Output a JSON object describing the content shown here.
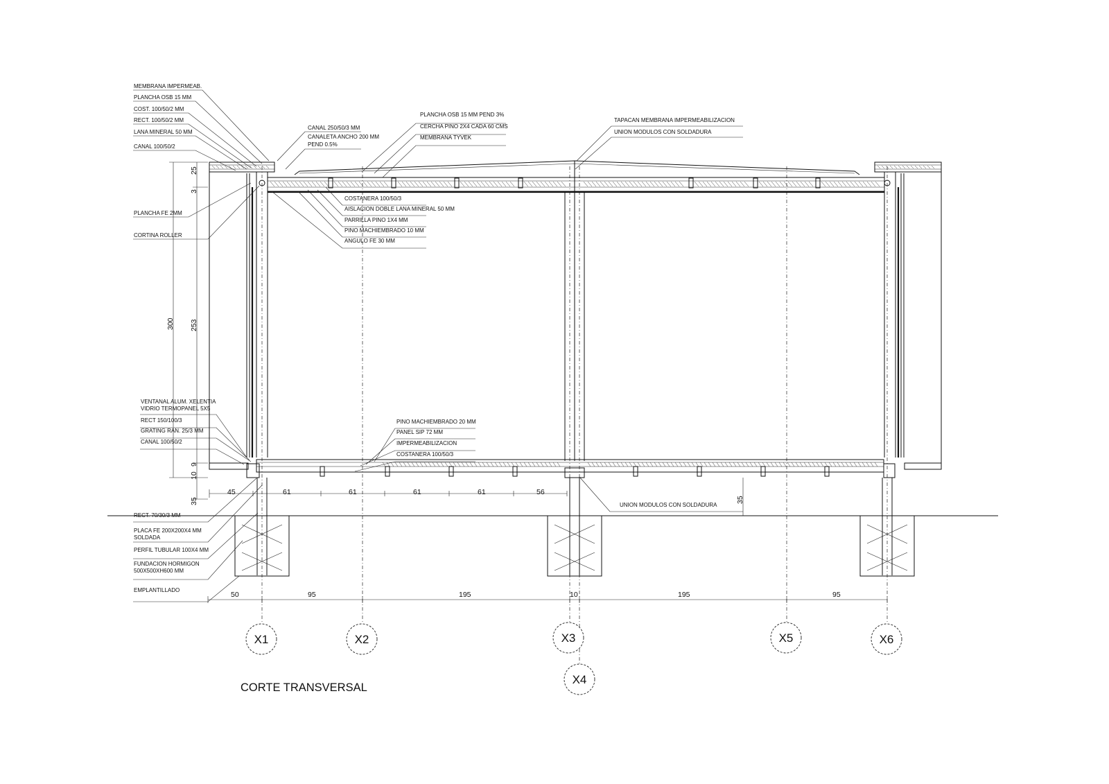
{
  "title": "CORTE TRANSVERSAL",
  "axes": {
    "x1": "X1",
    "x2": "X2",
    "x3": "X3",
    "x4": "X4",
    "x5": "X5",
    "x6": "X6"
  },
  "roof_labels_left": [
    "MEMBRANA IMPERMEAB.",
    "PLANCHA OSB 15 MM",
    "COST. 100/50/2 MM",
    "RECT. 100/50/2 MM",
    "LANA MINERAL 50 MM",
    "CANAL 100/50/2"
  ],
  "left_labels_mid": [
    "PLANCHA FE 2MM",
    "CORTINA ROLLER"
  ],
  "canal_labels": [
    "CANAL 250/50/3 MM",
    "CANALETA ANCHO 200 MM",
    "PEND 0.5%"
  ],
  "roof_labels_top": [
    "PLANCHA OSB 15 MM PEND 3%",
    "CERCHA PINO 2X4 CADA 60 CMS",
    "MEMBRANA TYVEK"
  ],
  "roof_labels_right": [
    "TAPACAN MEMBRANA IMPERMEABILIZACION",
    "UNION MODULOS CON SOLDADURA"
  ],
  "ceiling_labels": [
    "COSTANERA 100/50/3",
    "AISLACION DOBLE LANA MINERAL 50 MM",
    "PARRILLA PINO 1X4  MM",
    "PINO MACHIEMBRADO 10 MM",
    "ANGULO FE 30 MM"
  ],
  "window_labels": [
    "VENTANAL ALUM. XELENTIA",
    "VIDRIO TERMOPANEL 5X5",
    "RECT 150/100/3",
    "GRATING RAN. 25/3 MM",
    "CANAL 100/50/2"
  ],
  "floor_labels": [
    "PINO MACHIEMBRADO 20 MM",
    "PANEL SIP 72 MM",
    "IMPERMEABILIZACION",
    "COSTANERA 100/50/3"
  ],
  "floor_union_label": "UNION MODULOS CON SOLDADURA",
  "foundation_labels": [
    "RECT. 70/30/3 MM",
    "PLACA FE 200X200X4 MM",
    "SOLDADA",
    "PERFIL TUBULAR 100X4 MM",
    "FUNDACION HORMIGON",
    "500X500XH600 MM",
    "EMPLANTILLADO"
  ],
  "vertical_dims": {
    "roof": "25",
    "ceiling_gap": "3",
    "total": "300",
    "interior": "253",
    "floor_top": "9",
    "floor_bottom": "10",
    "plinth": "35",
    "plinth_right": "35"
  },
  "floor_dims": [
    "45",
    "61",
    "61",
    "61",
    "61",
    "56"
  ],
  "base_dims": [
    "50",
    "95",
    "195",
    "10",
    "195",
    "95"
  ]
}
